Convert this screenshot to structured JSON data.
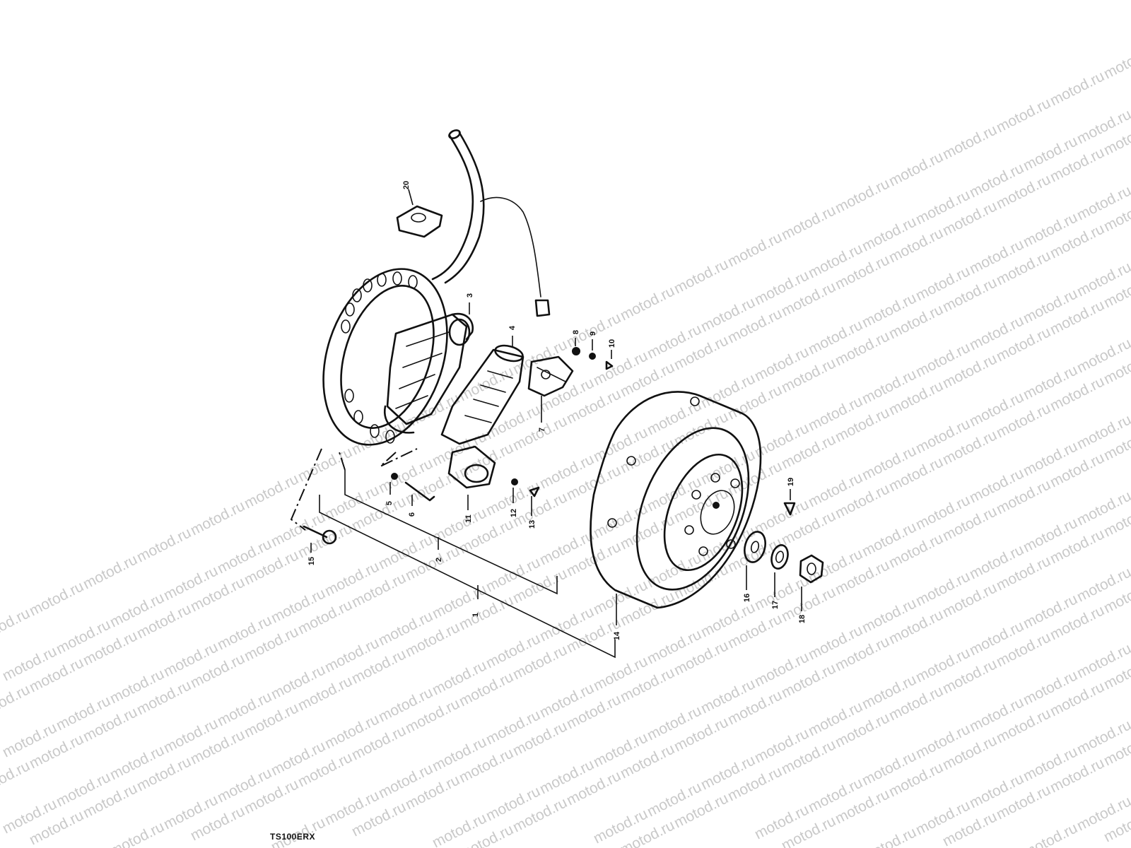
{
  "watermark": {
    "text": "motod.ru"
  },
  "model_code": "TS100ERX",
  "callouts": [
    {
      "id": "1",
      "text": "1"
    },
    {
      "id": "2",
      "text": "2"
    },
    {
      "id": "3",
      "text": "3"
    },
    {
      "id": "4",
      "text": "4"
    },
    {
      "id": "5",
      "text": "5"
    },
    {
      "id": "6",
      "text": "6"
    },
    {
      "id": "7",
      "text": "7"
    },
    {
      "id": "8",
      "text": "8"
    },
    {
      "id": "9",
      "text": "9"
    },
    {
      "id": "10",
      "text": "10"
    },
    {
      "id": "11",
      "text": "11"
    },
    {
      "id": "12",
      "text": "12"
    },
    {
      "id": "13",
      "text": "13"
    },
    {
      "id": "14",
      "text": "14"
    },
    {
      "id": "15",
      "text": "15"
    },
    {
      "id": "16",
      "text": "16"
    },
    {
      "id": "17",
      "text": "17"
    },
    {
      "id": "18",
      "text": "18"
    },
    {
      "id": "19",
      "text": "19"
    },
    {
      "id": "20",
      "text": "20"
    }
  ]
}
